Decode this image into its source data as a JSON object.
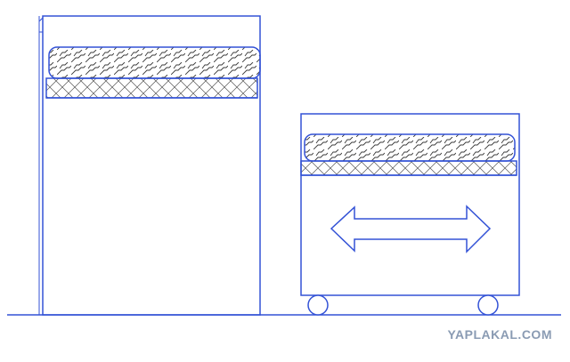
{
  "diagram": {
    "colors": {
      "line": "#3352d6",
      "hatch": "#3a3a3a",
      "background": "#ffffff",
      "watermark": "#8a9bb3"
    },
    "elements": [
      {
        "id": "ground-line",
        "kind": "line"
      },
      {
        "id": "tall-bed-frame",
        "kind": "rectangle"
      },
      {
        "id": "tall-bed-mattress",
        "kind": "hatched-rounded-rectangle"
      },
      {
        "id": "tall-bed-base-layer",
        "kind": "cross-hatched-band"
      },
      {
        "id": "rolling-bed-frame",
        "kind": "rectangle"
      },
      {
        "id": "rolling-bed-mattress",
        "kind": "hatched-rounded-rectangle"
      },
      {
        "id": "rolling-bed-base-layer",
        "kind": "cross-hatched-band"
      },
      {
        "id": "double-arrow",
        "kind": "double-headed-arrow"
      },
      {
        "id": "left-wheel",
        "kind": "circle"
      },
      {
        "id": "right-wheel",
        "kind": "circle"
      }
    ]
  },
  "watermark": {
    "text": "YAPLAKAL.COM"
  }
}
